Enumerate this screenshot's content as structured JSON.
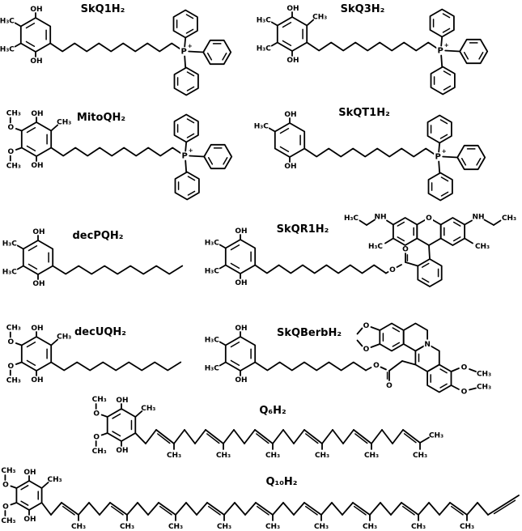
{
  "figure": {
    "background": "#ffffff",
    "bond_color": "#000000",
    "structures": [
      {
        "name": "SkQ1H₂"
      },
      {
        "name": "SkQ3H₂"
      },
      {
        "name": "MitoQH₂"
      },
      {
        "name": "SkQT1H₂"
      },
      {
        "name": "decPQH₂"
      },
      {
        "name": "SkQR1H₂"
      },
      {
        "name": "decUQH₂"
      },
      {
        "name": "SkQBerbH₂"
      },
      {
        "name": "Q₆H₂"
      },
      {
        "name": "Q₁₀H₂"
      }
    ]
  },
  "labels": {
    "oh": "OH",
    "h3c": "H₃C",
    "ch3": "CH₃",
    "o": "O",
    "p": "P",
    "plus": "+",
    "nh": "NH",
    "n": "N"
  }
}
